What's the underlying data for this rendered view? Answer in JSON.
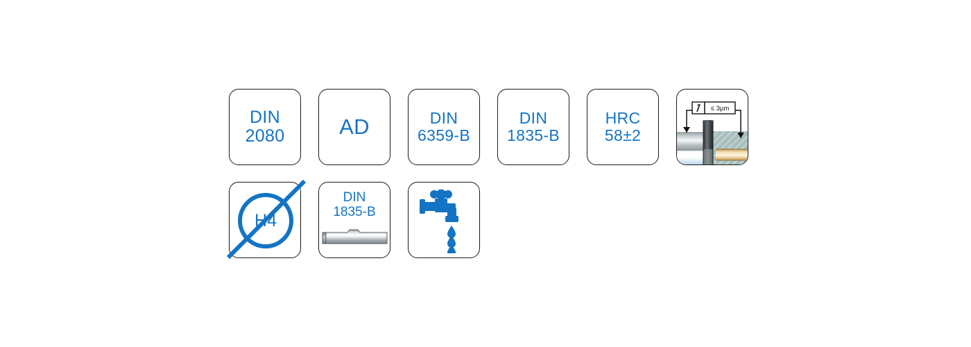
{
  "page": {
    "title": "Tool specification icon set",
    "background_color": "#ffffff",
    "accent_color": "#1474c4",
    "outline_color": "#1a1a1a"
  },
  "icons": {
    "rows": [
      {
        "row_label": "row-1",
        "items": [
          {
            "name": "din-2080",
            "type": "text",
            "lines": [
              "DIN",
              "2080"
            ],
            "size_class": "sz-24",
            "color": "#1474c4"
          },
          {
            "name": "ad",
            "type": "text",
            "lines": [
              "AD"
            ],
            "size_class": "sz-28",
            "color": "#1474c4"
          },
          {
            "name": "din-6359-b",
            "type": "text",
            "lines": [
              "DIN",
              "6359-B"
            ],
            "size_class": "sz-22",
            "color": "#1474c4"
          },
          {
            "name": "din-1835-b",
            "type": "text",
            "lines": [
              "DIN",
              "1835-B"
            ],
            "size_class": "sz-22",
            "color": "#1474c4"
          },
          {
            "name": "hrc-hardness",
            "type": "text",
            "lines": [
              "HRC",
              "58±2"
            ],
            "size_class": "sz-22",
            "color": "#1474c4"
          },
          {
            "name": "runout-tolerance",
            "type": "technical-diagram",
            "callout_value": "≤ 3µm",
            "callout_symbol": "runout-symbol"
          }
        ]
      },
      {
        "row_label": "row-2",
        "items": [
          {
            "name": "h4-tolerance",
            "type": "circle-diagonal",
            "label": "H4",
            "color": "#1474c4"
          },
          {
            "name": "din-1835-b-shank",
            "type": "shank-diagram",
            "lines": [
              "DIN",
              "1835-B"
            ],
            "color": "#1474c4"
          },
          {
            "name": "internal-coolant",
            "type": "faucet-diagram",
            "color": "#1474c4"
          }
        ]
      }
    ]
  }
}
